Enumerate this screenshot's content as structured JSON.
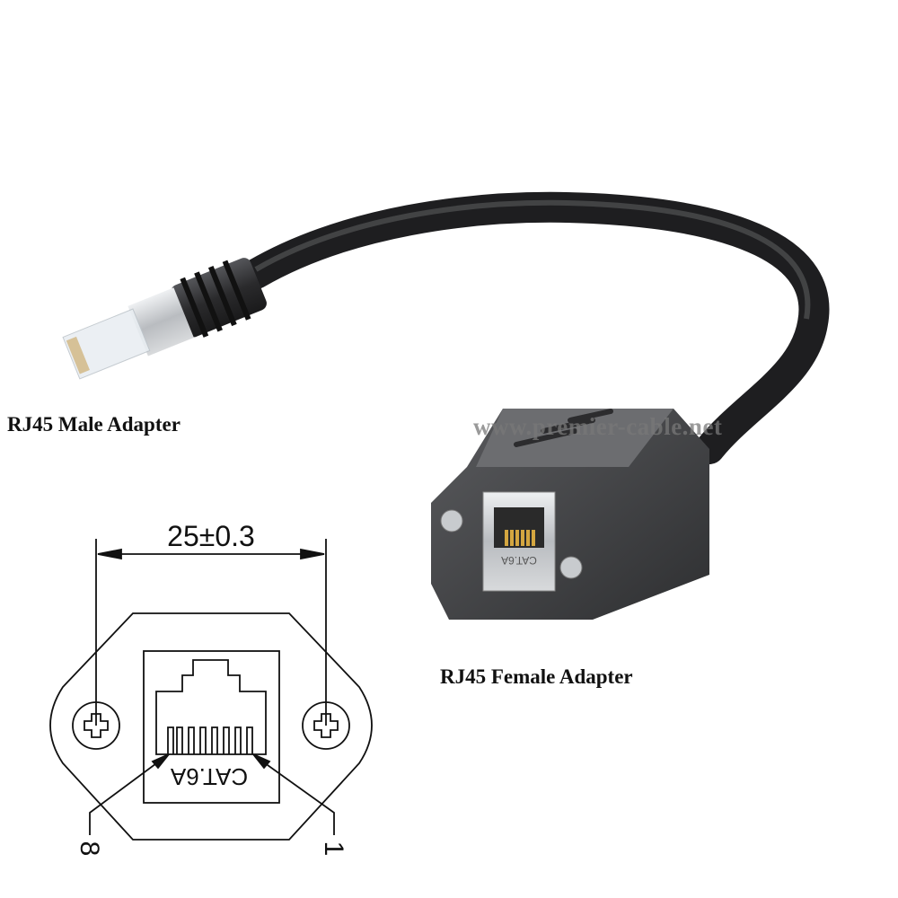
{
  "labels": {
    "male": "RJ45 Male Adapter",
    "female": "RJ45 Female Adapter"
  },
  "watermark": "www.premier-cable.net",
  "drawing": {
    "dimension": "25±0.3",
    "jack_marking": "CAT.6A",
    "pin_left": "8",
    "pin_right": "1"
  },
  "photo": {
    "jack_marking": "CAT.6A"
  },
  "colors": {
    "cable": "#2a2a2c",
    "housing": "#3a3b3e",
    "shield": "#c9ccd0",
    "contacts": "#d4a640"
  }
}
